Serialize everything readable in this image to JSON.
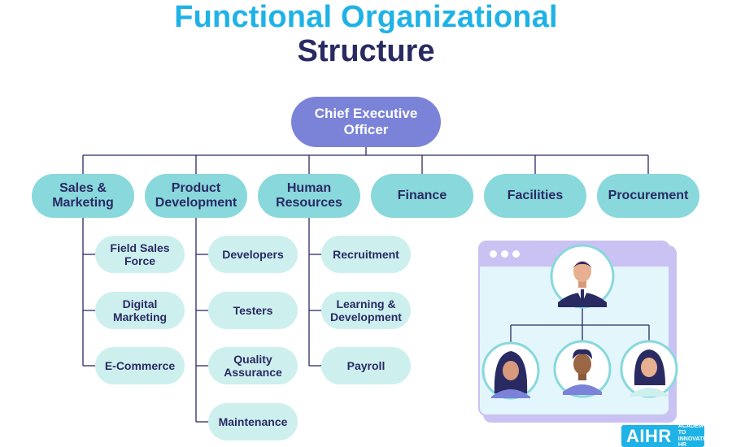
{
  "title": {
    "line1": "Functional Organizational",
    "line2": "Structure"
  },
  "ceo": "Chief Executive Officer",
  "departments": [
    "Sales & Marketing",
    "Product Development",
    "Human Resources",
    "Finance",
    "Facilities",
    "Procurement"
  ],
  "sales_teams": [
    "Field Sales Force",
    "Digital Marketing",
    "E-Commerce"
  ],
  "product_teams": [
    "Developers",
    "Testers",
    "Quality Assurance",
    "Maintenance"
  ],
  "hr_teams": [
    "Recruitment",
    "Learning & Development",
    "Payroll"
  ],
  "logo": {
    "wordmark": "AIHR",
    "tagline": "ACADEMY TO INNOVATE HR"
  },
  "colors": {
    "title_primary": "#1fb2e6",
    "title_secondary": "#2a2a63",
    "ceo_fill": "#7b83d8",
    "department_fill": "#88d8dc",
    "team_fill": "#cdf0ef",
    "connector": "#2a2a63"
  },
  "icons": {
    "illustration": "org-chart-window-illustration"
  }
}
